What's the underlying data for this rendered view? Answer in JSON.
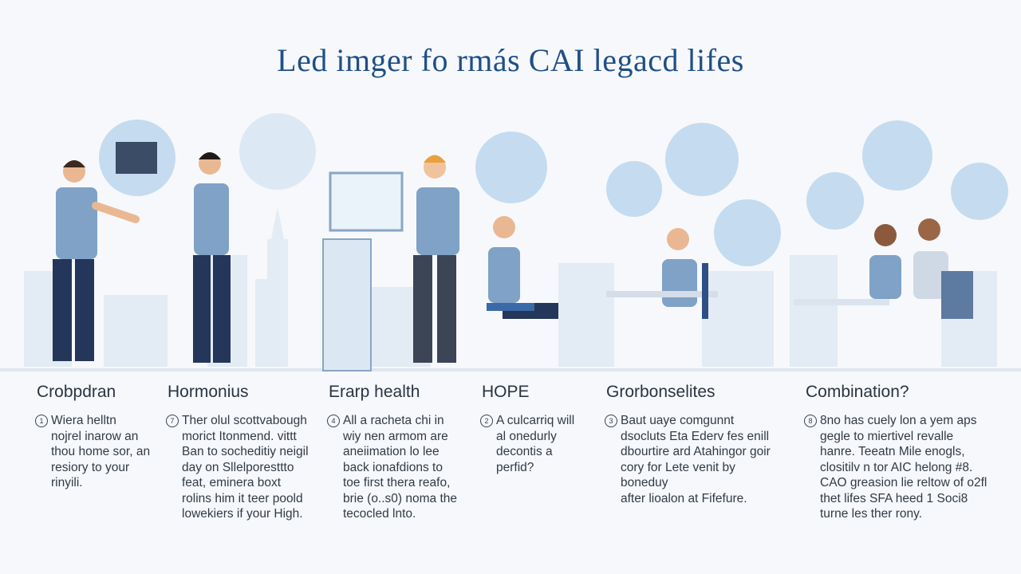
{
  "title": "Led imger fo rmás CAI legacd lifes",
  "sections": [
    {
      "heading": "Crobpdran",
      "num": "1",
      "text": "Wiera helltn\nnojrel inarow an\nthou home sor, an\nresiory to your\nrinyili."
    },
    {
      "heading": "Hormonius",
      "num": "7",
      "text": "Ther olul scottvabough\nmorict Itonmend. vittt\nBan to socheditiy neigil\nday on Sllelporesttto\nfeat, eminera boxt\nrolins him it teer poold\nlowekiers if your High."
    },
    {
      "heading": "Erarp health",
      "num": "4",
      "text": "All a racheta chi in\nwiy nen armom are\naneiimation lo lee\nback ionafdions to\ntoe first thera reafo,\nbrie (o..s0) noma the\ntecocled lnto."
    },
    {
      "heading": "HOPE",
      "num": "2",
      "text": "A culcarriq will\nal onedurly\ndecontis a\nperfid?"
    },
    {
      "heading": "Grorbonselites",
      "num": "3",
      "text": "Baut uaye comgunnt\ndsocluts Eta Ederv fes enill\ndbourtire ard Atahingor goir\ncory for Lete venit by boneduy\nafter lioalon at Fifefure."
    },
    {
      "heading": "Combination?",
      "num": "8",
      "text": "8no has cuely lon a yem aps\ngegle to miertivel revalle\nhanre. Teeatn Mile enogls,\nclositilv n tor AIC helong #8.\nCAO greasion lie reltow of o2fl\nthet lifes SFA heed 1 Soci8\nturne les ther rony."
    }
  ],
  "colors": {
    "accent": "#1f4f86",
    "shirt": "#7fa2c6",
    "pants": "#24365a",
    "bubble": "#c5dbef"
  }
}
